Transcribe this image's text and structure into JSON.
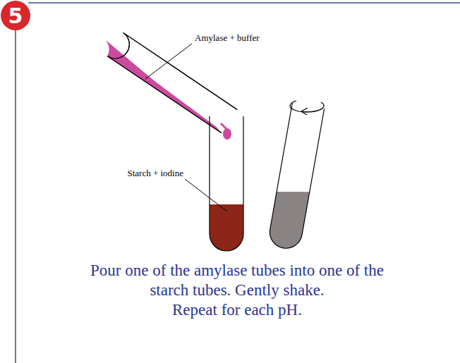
{
  "diagram": {
    "nodes": [
      {
        "text": [
          "5"
        ]
      }
    ],
    "labels": [
      "Amylase + buffer",
      "Starch + iodine",
      "Pour one of the amylase tubes into one of the starch tubes. Gently shake.",
      "Repeat for each pH."
    ]
  }
}
